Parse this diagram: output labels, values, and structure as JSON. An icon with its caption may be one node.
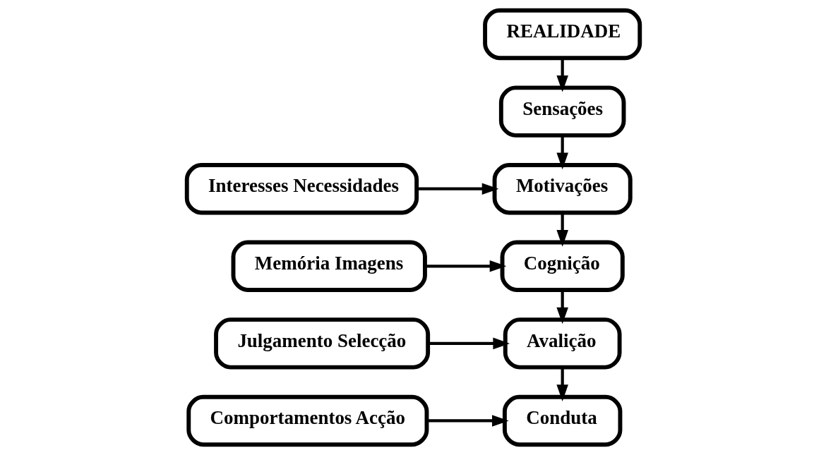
{
  "diagram": {
    "nodes": [
      {
        "text": [
          "REALIDADE"
        ]
      },
      {
        "text": [
          "Sensações"
        ]
      },
      {
        "text": [
          "Interesses Necessidades"
        ]
      },
      {
        "text": [
          "Motivações"
        ]
      },
      {
        "text": [
          "Memória Imagens"
        ]
      },
      {
        "text": [
          "Cognição"
        ]
      },
      {
        "text": [
          "Julgamento Selecção"
        ]
      },
      {
        "text": [
          "Avalição"
        ]
      },
      {
        "text": [
          "Comportamentos Acção"
        ]
      },
      {
        "text": [
          "Conduta"
        ]
      }
    ],
    "edges": [
      {
        "from": 0,
        "to": 1,
        "arrow": "to"
      },
      {
        "from": 1,
        "to": 3,
        "arrow": "to"
      },
      {
        "from": 2,
        "to": 3,
        "arrow": "to"
      },
      {
        "from": 3,
        "to": 5,
        "arrow": "to"
      },
      {
        "from": 4,
        "to": 5,
        "arrow": "to"
      },
      {
        "from": 5,
        "to": 7,
        "arrow": "to"
      },
      {
        "from": 6,
        "to": 7,
        "arrow": "to"
      },
      {
        "from": 7,
        "to": 9,
        "arrow": "to"
      },
      {
        "from": 8,
        "to": 9,
        "arrow": "to"
      }
    ]
  }
}
